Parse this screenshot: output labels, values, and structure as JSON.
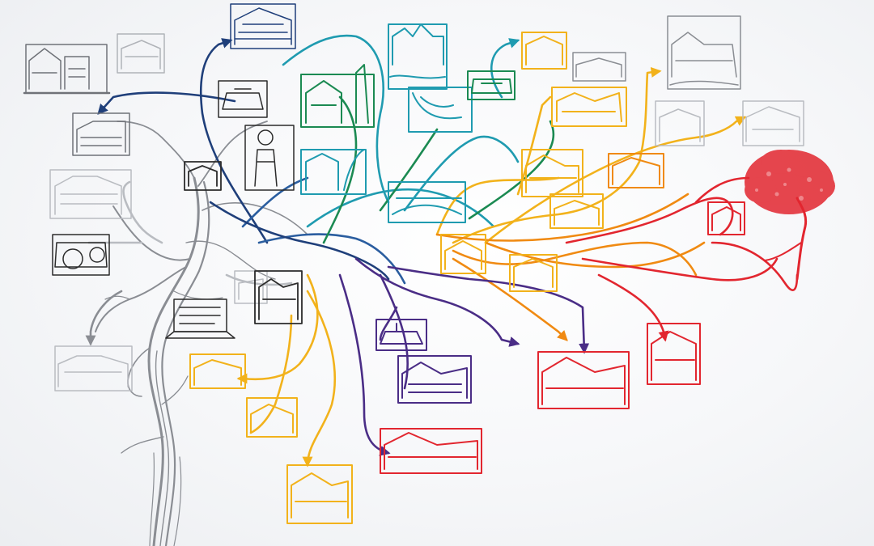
{
  "palette": {
    "gray": "#8a8d93",
    "lightgray": "#b9bcc1",
    "navy": "#1f3f7a",
    "blue": "#2a5d9f",
    "teal": "#1f9bb0",
    "green": "#1b8a52",
    "gold": "#f2b21b",
    "orange": "#f08a12",
    "red": "#e2262f",
    "purple": "#4a2d86",
    "black": "#2b2b2b"
  },
  "tree_left": {
    "color_key": "gray"
  },
  "tree_right": {
    "color_key": "red"
  },
  "vignettes": [
    {
      "id": "v01",
      "color": "gray"
    },
    {
      "id": "v02",
      "color": "lightgray"
    },
    {
      "id": "v03",
      "color": "gray"
    },
    {
      "id": "v04",
      "color": "lightgray"
    },
    {
      "id": "v05",
      "color": "black"
    },
    {
      "id": "v06",
      "color": "lightgray"
    },
    {
      "id": "v07",
      "color": "black"
    },
    {
      "id": "v08",
      "color": "lightgray"
    },
    {
      "id": "v09",
      "color": "navy"
    },
    {
      "id": "v10",
      "color": "black"
    },
    {
      "id": "v11",
      "color": "blue"
    },
    {
      "id": "v12",
      "color": "green"
    },
    {
      "id": "v13",
      "color": "teal"
    },
    {
      "id": "v14",
      "color": "teal"
    },
    {
      "id": "v15",
      "color": "teal"
    },
    {
      "id": "v16",
      "color": "teal"
    },
    {
      "id": "v17",
      "color": "green"
    },
    {
      "id": "v18",
      "color": "gold"
    },
    {
      "id": "v19",
      "color": "gold"
    },
    {
      "id": "v20",
      "color": "gray"
    },
    {
      "id": "v21",
      "color": "gray"
    },
    {
      "id": "v22",
      "color": "lightgray"
    },
    {
      "id": "v23",
      "color": "lightgray"
    },
    {
      "id": "v24",
      "color": "gold"
    },
    {
      "id": "v25",
      "color": "orange"
    },
    {
      "id": "v26",
      "color": "gold"
    },
    {
      "id": "v27",
      "color": "gold"
    },
    {
      "id": "v28",
      "color": "gold"
    },
    {
      "id": "v29",
      "color": "red"
    },
    {
      "id": "v30",
      "color": "black"
    },
    {
      "id": "v31",
      "color": "black"
    },
    {
      "id": "v32",
      "color": "purple"
    },
    {
      "id": "v33",
      "color": "purple"
    },
    {
      "id": "v34",
      "color": "gold"
    },
    {
      "id": "v35",
      "color": "gold"
    },
    {
      "id": "v36",
      "color": "gold"
    },
    {
      "id": "v37",
      "color": "red"
    },
    {
      "id": "v38",
      "color": "red"
    },
    {
      "id": "v39",
      "color": "red"
    }
  ],
  "connectors": [
    {
      "color": "navy"
    },
    {
      "color": "blue"
    },
    {
      "color": "teal"
    },
    {
      "color": "green"
    },
    {
      "color": "gold"
    },
    {
      "color": "orange"
    },
    {
      "color": "red"
    },
    {
      "color": "purple"
    },
    {
      "color": "gray"
    }
  ]
}
